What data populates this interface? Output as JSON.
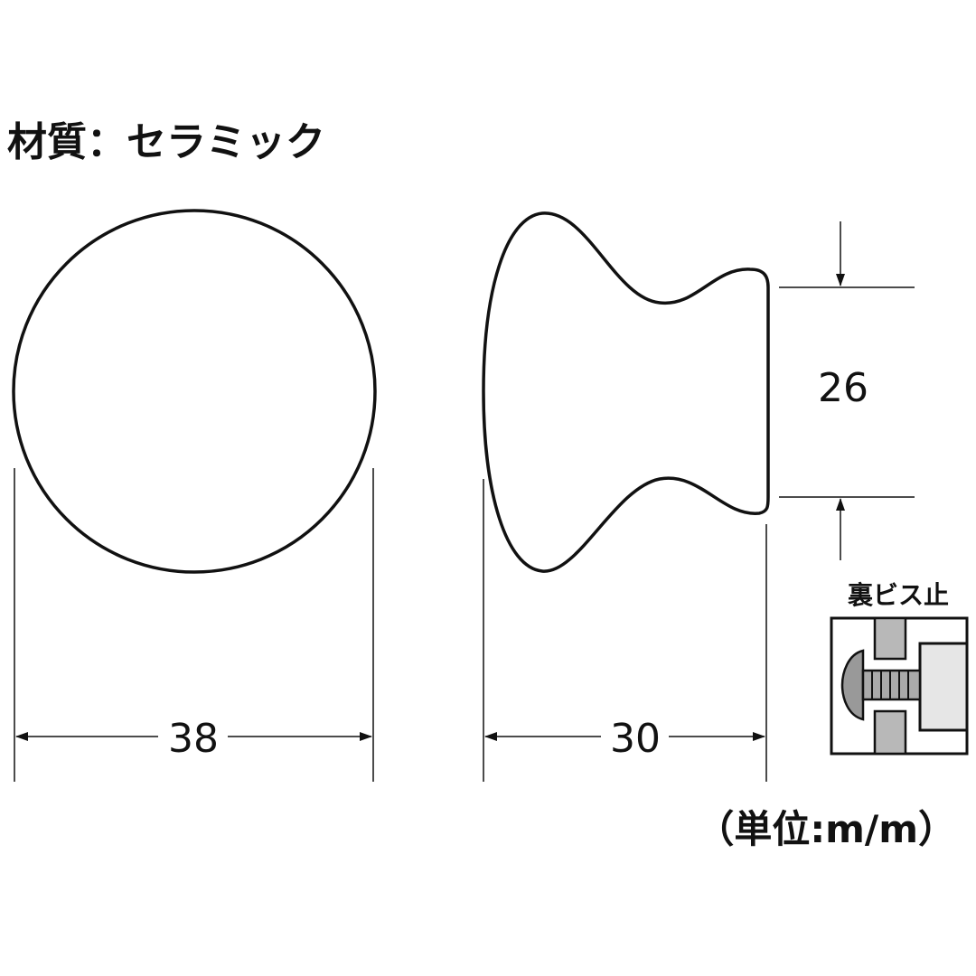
{
  "material_label": "材質：セラミック",
  "dimensions": {
    "front_width": "38",
    "side_depth": "30",
    "neck_height": "26"
  },
  "inset_title": "裏ビス止",
  "unit_note": "（単位:m/m）",
  "colors": {
    "line": "#111111",
    "fill_gray": "#b8b8b8",
    "light_gray": "#e6e6e6"
  }
}
